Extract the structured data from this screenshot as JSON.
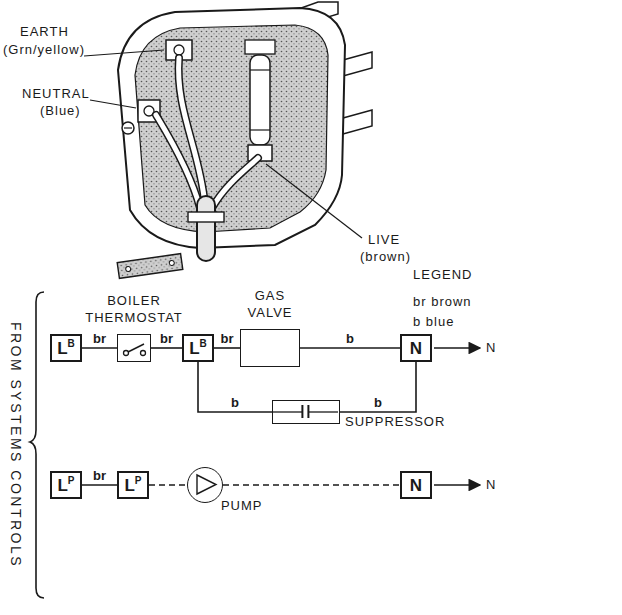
{
  "diagram": {
    "nodes": [
      {
        "text": [
          "L",
          "B"
        ]
      },
      {
        "text": [
          "BOILER THERMOSTAT"
        ]
      },
      {
        "text": [
          "L",
          "B"
        ]
      },
      {
        "text": [
          "GAS VALVE"
        ]
      },
      {
        "text": [
          "N"
        ]
      },
      {
        "text": [
          "SUPPRESSOR"
        ]
      },
      {
        "text": [
          "L",
          "P"
        ]
      },
      {
        "text": [
          "L",
          "P"
        ]
      },
      {
        "text": [
          "PUMP"
        ]
      },
      {
        "text": [
          "N"
        ]
      }
    ],
    "edges": [
      {
        "from": 0,
        "to": 1,
        "arrow": "none",
        "label": "br"
      },
      {
        "from": 1,
        "to": 2,
        "arrow": "none",
        "label": "br"
      },
      {
        "from": 2,
        "to": 3,
        "arrow": "none",
        "label": "br"
      },
      {
        "from": 3,
        "to": 4,
        "arrow": "none",
        "label": "b"
      },
      {
        "from": 2,
        "to": 5,
        "arrow": "none",
        "label": "b"
      },
      {
        "from": 5,
        "to": 4,
        "arrow": "none",
        "label": "b"
      },
      {
        "from": 6,
        "to": 7,
        "arrow": "none",
        "label": "br"
      },
      {
        "from": 7,
        "to": 8,
        "arrow": "none"
      },
      {
        "from": 8,
        "to": 9,
        "arrow": "none"
      }
    ],
    "labels": [
      "EARTH",
      "(Grn/yellow)",
      "NEUTRAL",
      "(Blue)",
      "LIVE",
      "(brown)",
      "LEGEND",
      "FROM SYSTEMS CONTROLS",
      "N",
      "N"
    ],
    "legend": [
      {
        "text": "br brown"
      },
      {
        "text": "b blue"
      }
    ]
  }
}
